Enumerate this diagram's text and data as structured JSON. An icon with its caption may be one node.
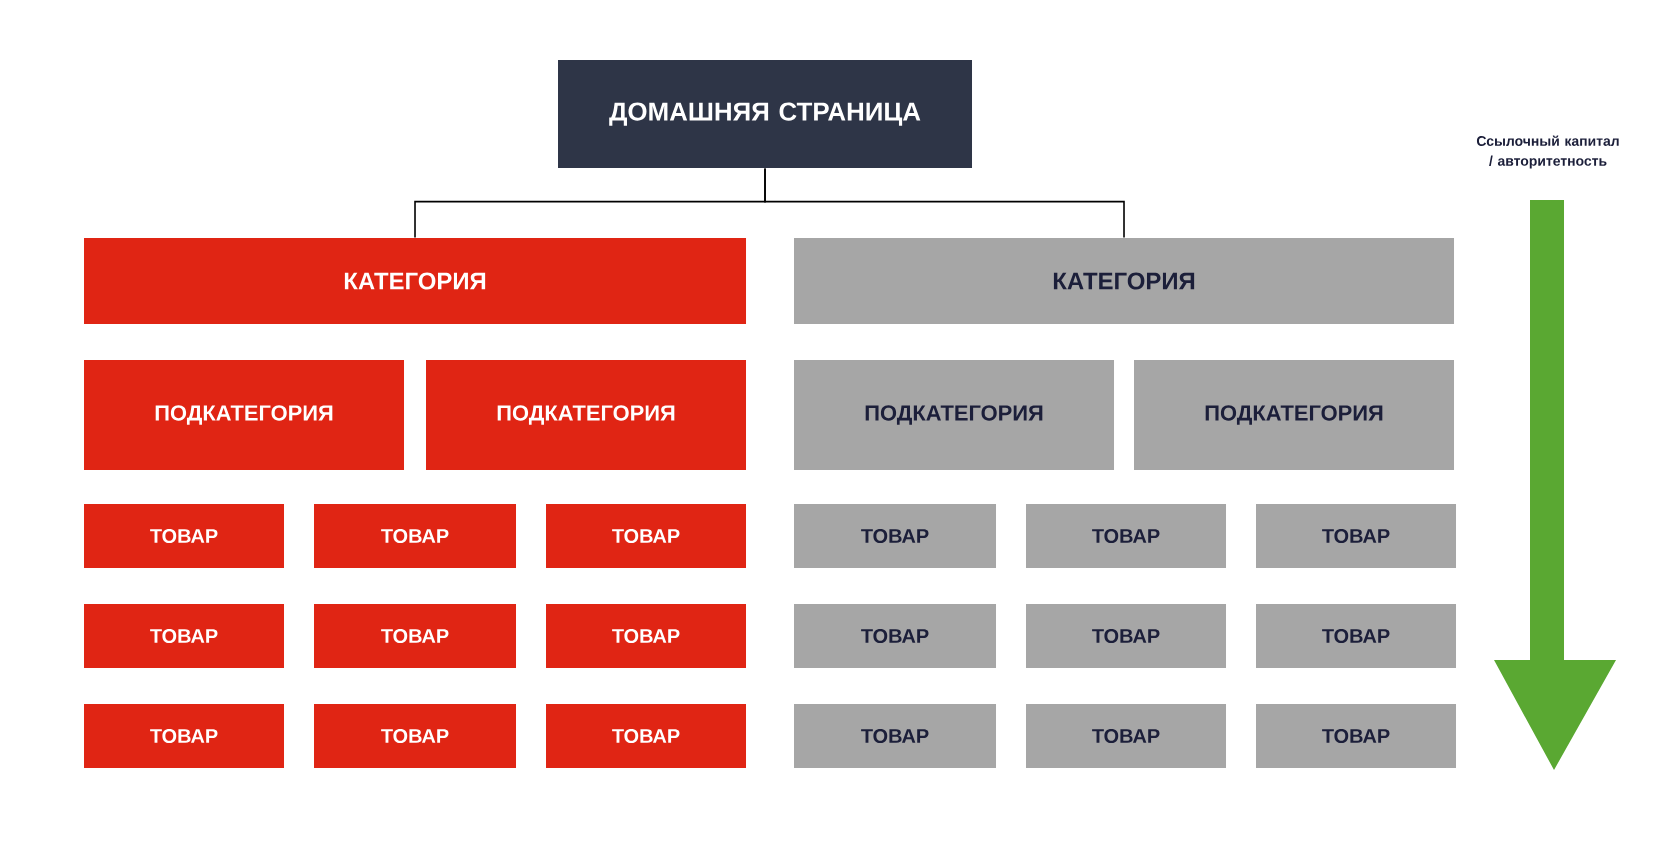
{
  "diagram": {
    "nodes": [
      {
        "text": [
          "ДОМАШНЯЯ СТРАНИЦА"
        ]
      },
      {
        "text": [
          "КАТЕГОРИЯ"
        ]
      },
      {
        "text": [
          "КАТЕГОРИЯ"
        ]
      },
      {
        "text": [
          "ПОДКАТЕГОРИЯ"
        ]
      },
      {
        "text": [
          "ПОДКАТЕГОРИЯ"
        ]
      },
      {
        "text": [
          "ПОДКАТЕГОРИЯ"
        ]
      },
      {
        "text": [
          "ПОДКАТЕГОРИЯ"
        ]
      },
      {
        "text": [
          "ТОВАР"
        ]
      },
      {
        "text": [
          "ТОВАР"
        ]
      },
      {
        "text": [
          "ТОВАР"
        ]
      },
      {
        "text": [
          "ТОВАР"
        ]
      },
      {
        "text": [
          "ТОВАР"
        ]
      },
      {
        "text": [
          "ТОВАР"
        ]
      },
      {
        "text": [
          "ТОВАР"
        ]
      },
      {
        "text": [
          "ТОВАР"
        ]
      },
      {
        "text": [
          "ТОВАР"
        ]
      },
      {
        "text": [
          "ТОВАР"
        ]
      },
      {
        "text": [
          "ТОВАР"
        ]
      },
      {
        "text": [
          "ТОВАР"
        ]
      },
      {
        "text": [
          "ТОВАР"
        ]
      },
      {
        "text": [
          "ТОВАР"
        ]
      },
      {
        "text": [
          "ТОВАР"
        ]
      },
      {
        "text": [
          "ТОВАР"
        ]
      },
      {
        "text": [
          "ТОВАР"
        ]
      },
      {
        "text": [
          "ТОВАР"
        ]
      }
    ],
    "edges": [
      {
        "from": 0,
        "to": 1,
        "arrow": "none"
      },
      {
        "from": 0,
        "to": 2,
        "arrow": "none"
      }
    ],
    "labels": [
      "Ссылочный капитал / авторитетность"
    ]
  }
}
